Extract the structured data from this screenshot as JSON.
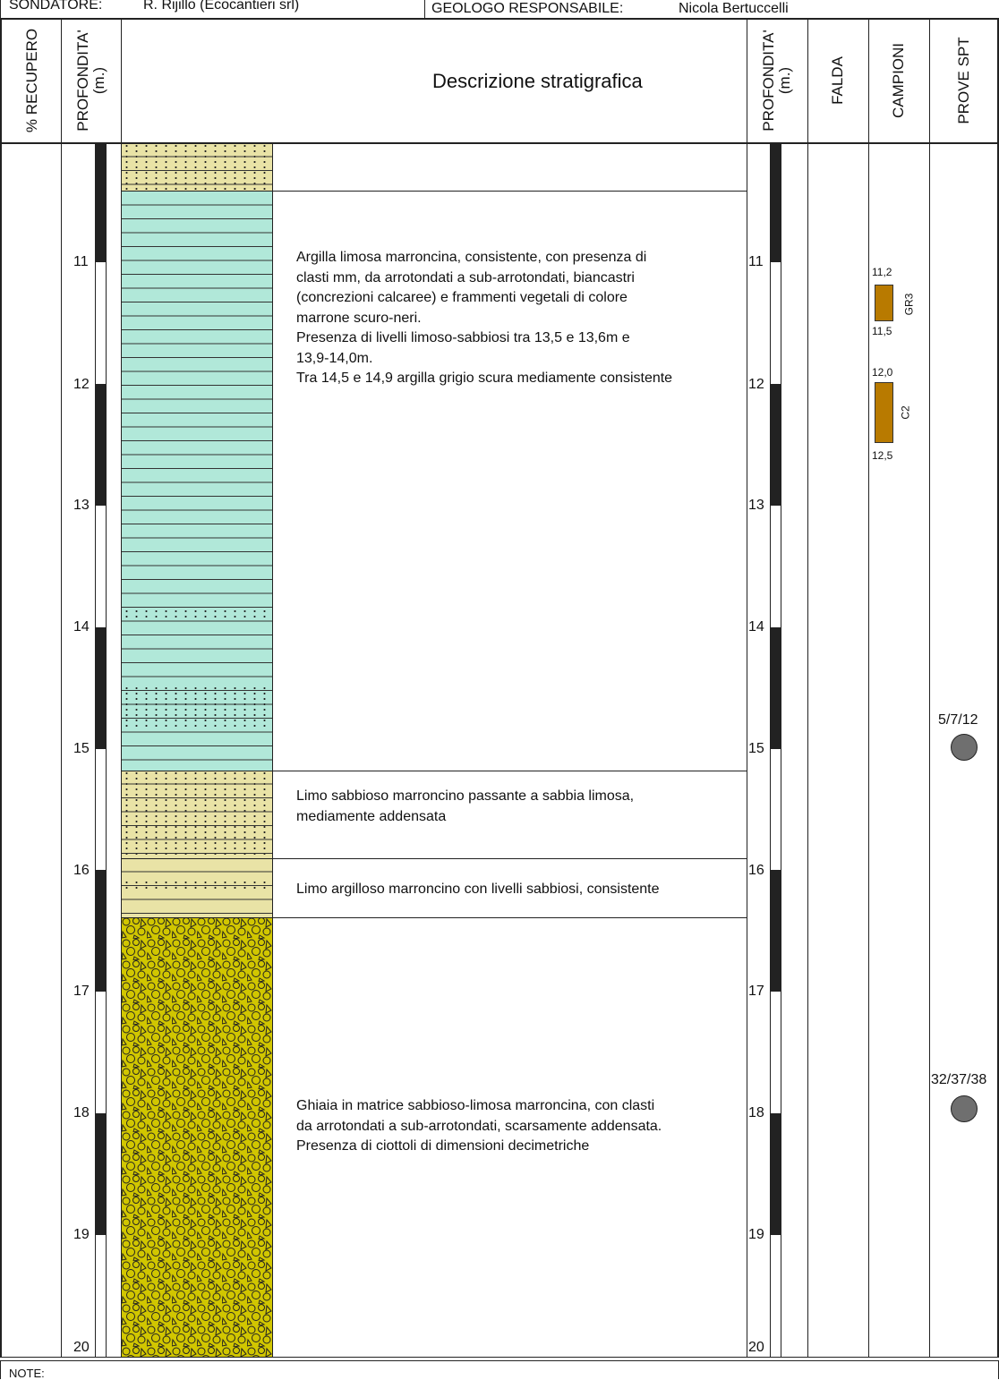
{
  "header": {
    "sondatore_label": "SONDATORE:",
    "sondatore_value": "R. Rijillo (Ecocantieri srl)",
    "geologo_label": "GEOLOGO RESPONSABILE:",
    "geologo_value": "Nicola Bertuccelli"
  },
  "columns": {
    "recupero": "% RECUPERO",
    "profondita_line1": "PROFONDITA'",
    "profondita_line2": "(m.)",
    "descrizione": "Descrizione stratigrafica",
    "falda": "FALDA",
    "campioni": "CAMPIONI",
    "prove_spt": "PROVE  SPT"
  },
  "depth_ticks": [
    "11",
    "12",
    "13",
    "14",
    "15",
    "16",
    "17",
    "18",
    "19",
    "20"
  ],
  "layers": [
    {
      "lines": [
        "Argilla limosa marroncina, consistente, con presenza di",
        "clasti mm, da arrotondati a sub-arrotondati, biancastri",
        "(concrezioni calcaree) e frammenti vegetali di colore",
        "marrone scuro-neri.",
        "Presenza di livelli limoso-sabbiosi tra 13,5 e 13,6m e",
        "13,9-14,0m.",
        "Tra 14,5 e 14,9 argilla grigio scura mediamente consistente"
      ]
    },
    {
      "lines": [
        "Limo sabbioso marroncino passante a sabbia limosa,",
        "mediamente addensata"
      ]
    },
    {
      "lines": [
        "Limo argilloso marroncino con livelli sabbiosi, consistente"
      ]
    },
    {
      "lines": [
        "Ghiaia in matrice sabbioso-limosa marroncina, con clasti",
        "da arrotondati a sub-arrotondati, scarsamente addensata.",
        "Presenza di ciottoli di dimensioni decimetriche"
      ]
    }
  ],
  "samples": [
    {
      "code": "GR3",
      "top": "11,2",
      "bottom": "11,5",
      "from_m": 11.2,
      "to_m": 11.5
    },
    {
      "code": "C2",
      "top": "12,0",
      "bottom": "12,5",
      "from_m": 12.0,
      "to_m": 12.5
    }
  ],
  "spt": [
    {
      "value": "5/7/12",
      "depth_m": 14.85
    },
    {
      "value": "32/37/38",
      "depth_m": 17.85
    }
  ],
  "notes_label": "NOTE:",
  "colors": {
    "silt": "#e9e3a6",
    "clay": "#b1e8d9",
    "gravel": "#d1c600",
    "sample": "#b87a00",
    "spt": "#6f6f6f"
  }
}
